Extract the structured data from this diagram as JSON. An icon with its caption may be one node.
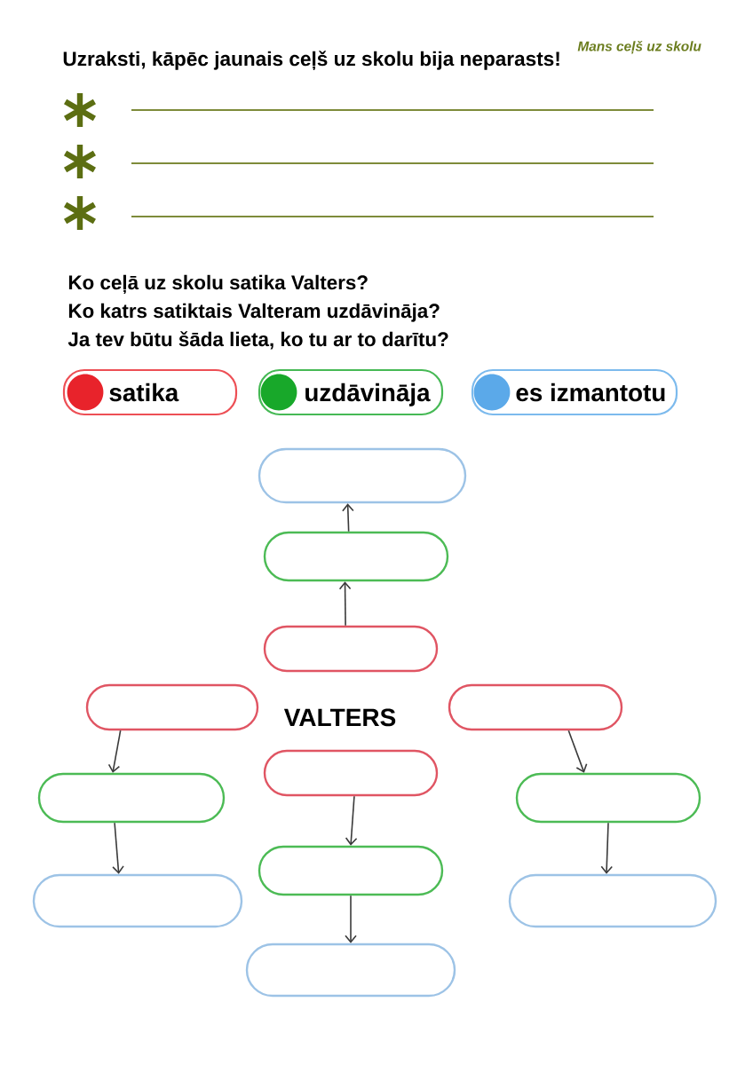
{
  "diagram": {
    "title": "Mans ceļš uz skolu",
    "nodes": [
      {
        "text": [],
        "shape": "box"
      },
      {
        "text": [],
        "shape": "box"
      },
      {
        "text": [],
        "shape": "box"
      },
      {
        "text": [],
        "shape": "box"
      },
      {
        "text": [],
        "shape": "box"
      },
      {
        "text": [],
        "shape": "box"
      },
      {
        "text": [],
        "shape": "box"
      },
      {
        "text": [],
        "shape": "box"
      },
      {
        "text": [],
        "shape": "box"
      },
      {
        "text": [],
        "shape": "box"
      },
      {
        "text": [],
        "shape": "box"
      },
      {
        "text": [],
        "shape": "box"
      }
    ],
    "edges": [
      {
        "from": 2,
        "to": 1,
        "arrow": "to"
      },
      {
        "from": 1,
        "to": 0,
        "arrow": "to"
      },
      {
        "from": 3,
        "to": 6,
        "arrow": "to"
      },
      {
        "from": 6,
        "to": 9,
        "arrow": "to"
      },
      {
        "from": 5,
        "to": 8,
        "arrow": "to"
      },
      {
        "from": 8,
        "to": 11,
        "arrow": "to"
      },
      {
        "from": 4,
        "to": 7,
        "arrow": "to"
      },
      {
        "from": 7,
        "to": 10,
        "arrow": "to"
      }
    ],
    "labels": [
      "Uzraksti, kāpēc jaunais ceļš uz skolu bija neparasts!",
      "Ko ceļā uz skolu satika Valters?",
      "Ko katrs satiktais Valteram uzdāvināja?",
      "Ja tev būtu šāda lieta, ko tu ar to darītu?",
      "VALTERS"
    ],
    "legend": [
      {
        "text": "satika",
        "color": "#e8232b"
      },
      {
        "text": "uzdāvināja",
        "color": "#18a82a"
      },
      {
        "text": "es izmantotu",
        "color": "#5ba9e9"
      }
    ]
  }
}
